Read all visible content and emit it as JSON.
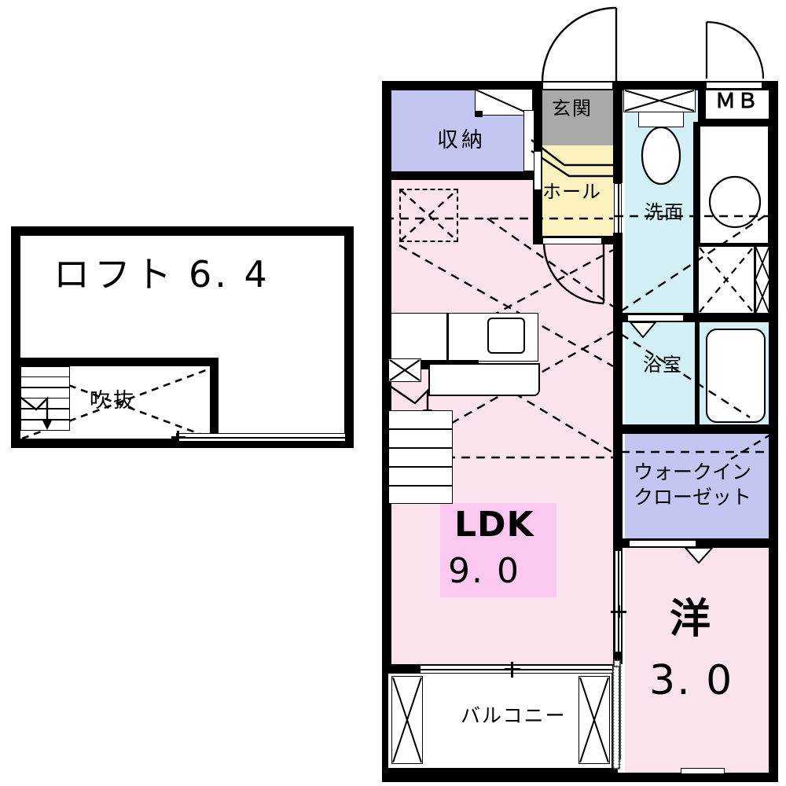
{
  "document": {
    "type": "floor-plan",
    "language": "ja",
    "title": "間取り図"
  },
  "loft_plan": {
    "name": "loft-plan",
    "rooms": [
      {
        "key": "loft",
        "label": "ロフト",
        "area": "6. 4",
        "label_full": "ロフト　6. 4"
      },
      {
        "key": "fukinuke",
        "label": "吹抜",
        "area": "",
        "label_full": "吹抜"
      }
    ]
  },
  "main_plan": {
    "name": "main-floor-plan",
    "rooms": [
      {
        "key": "ldk",
        "label": "LDK",
        "area": "9. 0",
        "color": "#fbe3ed"
      },
      {
        "key": "youshitsu",
        "label": "洋",
        "area": "3. 0",
        "color": "#fbe3ed"
      },
      {
        "key": "shuunou",
        "label": "収納",
        "area": "",
        "color": "#c3c6f0"
      },
      {
        "key": "genkan",
        "label": "玄関",
        "area": "",
        "color": "#a9a9a9"
      },
      {
        "key": "hall",
        "label": "ホール",
        "area": "",
        "color": "#fcf2c0"
      },
      {
        "key": "senmen",
        "label": "洗面",
        "area": "",
        "color": "#d3f0f6"
      },
      {
        "key": "yokushitsu",
        "label": "浴室",
        "area": "",
        "color": "#d3f0f6"
      },
      {
        "key": "wic",
        "label": "ウォークイン",
        "label2": "クローゼット",
        "area": "",
        "color": "#c3c6f0"
      },
      {
        "key": "mb",
        "label": "ＭＢ",
        "area": "",
        "color": "#ffffff"
      },
      {
        "key": "balcony",
        "label": "バルコニー",
        "area": "",
        "color": "#ffffff"
      }
    ]
  },
  "labels": {
    "loft": "ロフト",
    "loft_area": "6. 4",
    "fukinuke": "吹抜",
    "ldk": "LDK",
    "ldk_area": "9. 0",
    "you": "洋",
    "you_area": "3. 0",
    "shuunou": "収納",
    "genkan": "玄関",
    "hall": "ホール",
    "senmen": "洗面",
    "yokushitsu": "浴室",
    "wic_line1": "ウォークイン",
    "wic_line2": "クローゼット",
    "mb": "ＭＢ",
    "balcony": "バルコニー"
  },
  "colors": {
    "wall": "#000000",
    "living_pink": "#fbe3ed",
    "closet_purple": "#c3c6f0",
    "water_cyan": "#d3f0f6",
    "hall_yellow": "#fcf2c0",
    "entry_gray": "#a9a9a9",
    "ldk_highlight": "#fbc8ef",
    "background": "#ffffff"
  },
  "fixtures": [
    {
      "name": "toilet-bowl",
      "room": "senmen"
    },
    {
      "name": "toilet-tank",
      "room": "senmen"
    },
    {
      "name": "wash-basin",
      "room": "senmen"
    },
    {
      "name": "bathtub",
      "room": "yokushitsu"
    },
    {
      "name": "kitchen-counter",
      "room": "ldk"
    },
    {
      "name": "kitchen-sink",
      "room": "ldk"
    },
    {
      "name": "staircase",
      "room": "ldk"
    },
    {
      "name": "staircase",
      "room": "loft"
    },
    {
      "name": "washer-space",
      "room": "senmen"
    }
  ]
}
